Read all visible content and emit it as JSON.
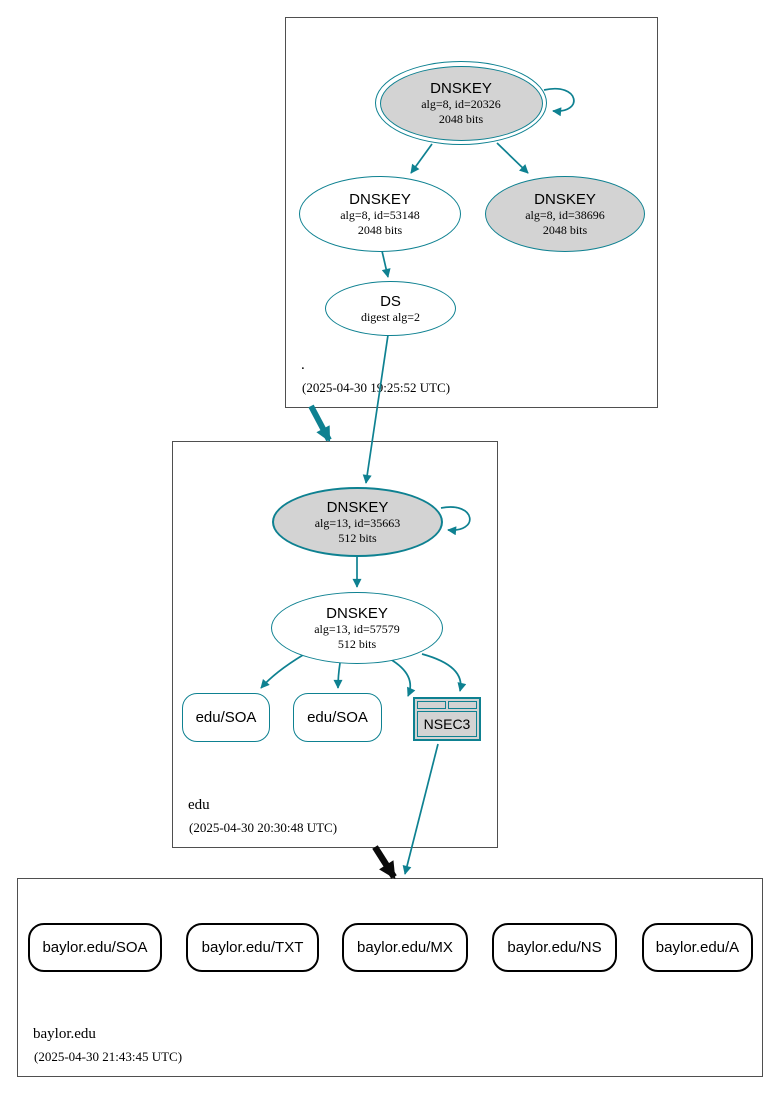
{
  "zones": [
    {
      "name": ".",
      "timestamp": "(2025-04-30 19:25:52 UTC)"
    },
    {
      "name": "edu",
      "timestamp": "(2025-04-30 20:30:48 UTC)"
    },
    {
      "name": "baylor.edu",
      "timestamp": "(2025-04-30 21:43:45 UTC)"
    }
  ],
  "nodes": {
    "root_ksk": {
      "type": "DNSKEY",
      "detail1": "alg=8, id=20326",
      "detail2": "2048 bits"
    },
    "root_zsk": {
      "type": "DNSKEY",
      "detail1": "alg=8, id=53148",
      "detail2": "2048 bits"
    },
    "root_key2": {
      "type": "DNSKEY",
      "detail1": "alg=8, id=38696",
      "detail2": "2048 bits"
    },
    "root_ds": {
      "type": "DS",
      "detail1": "digest alg=2"
    },
    "edu_ksk": {
      "type": "DNSKEY",
      "detail1": "alg=13, id=35663",
      "detail2": "512 bits"
    },
    "edu_zsk": {
      "type": "DNSKEY",
      "detail1": "alg=13, id=57579",
      "detail2": "512 bits"
    },
    "edu_soa1": {
      "label": "edu/SOA"
    },
    "edu_soa2": {
      "label": "edu/SOA"
    },
    "edu_nsec3": {
      "label": "NSEC3"
    },
    "baylor_soa": {
      "label": "baylor.edu/SOA"
    },
    "baylor_txt": {
      "label": "baylor.edu/TXT"
    },
    "baylor_mx": {
      "label": "baylor.edu/MX"
    },
    "baylor_ns": {
      "label": "baylor.edu/NS"
    },
    "baylor_a": {
      "label": "baylor.edu/A"
    }
  },
  "colors": {
    "secure_teal": "#0e8191",
    "node_fill_gray": "#d3d3d3",
    "insecure_black": "#000000",
    "zone_box_border": "#4f4f4f"
  }
}
